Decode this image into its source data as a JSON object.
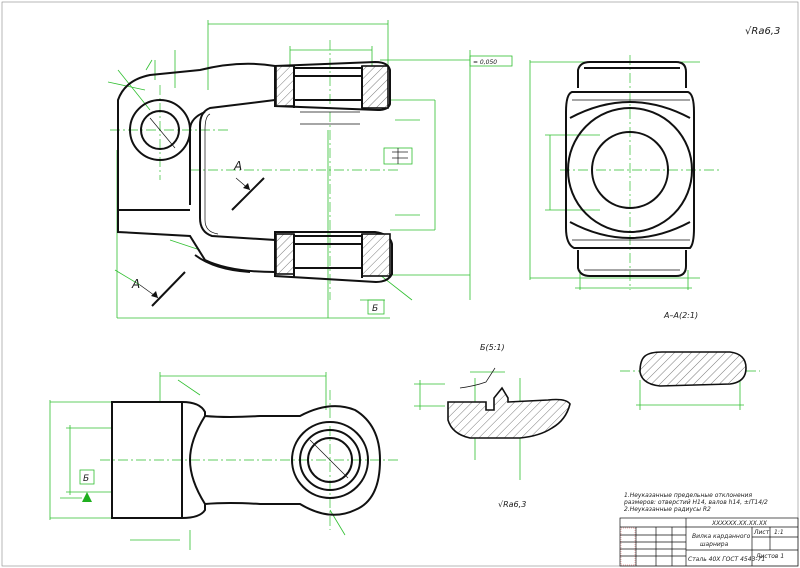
{
  "roughness_mark": "√Ra6,3",
  "section_a_label": "А–А(2:1)",
  "view_b_label": "Б(5:1)",
  "roughness_small": "√Ra6,3",
  "cut_letter_a": "А",
  "view_letter_b": "Б",
  "tolerance_frame": "= 0,050",
  "notes": [
    "1.Неуказанные предельные отклонения",
    "размеров: отверстий Н14, валов h14, ±IT14/2",
    "2.Неуказанные радиусы R2"
  ],
  "title_block": {
    "designation": "ХХХХХХ.ХХ.ХХ.ХХ",
    "name_line1": "Вилка карданного",
    "name_line2": "шарнира",
    "material": "Сталь 40Х ГОСТ 4543-71",
    "sheet_label": "Лист",
    "sheets_label": "Листов 1",
    "scale": "1:1"
  }
}
